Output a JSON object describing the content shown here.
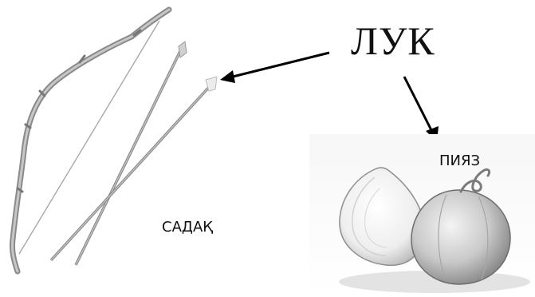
{
  "main_word": "ЛУК",
  "labels": {
    "onion": "ПИЯЗ",
    "bow": "САДАҚ"
  }
}
